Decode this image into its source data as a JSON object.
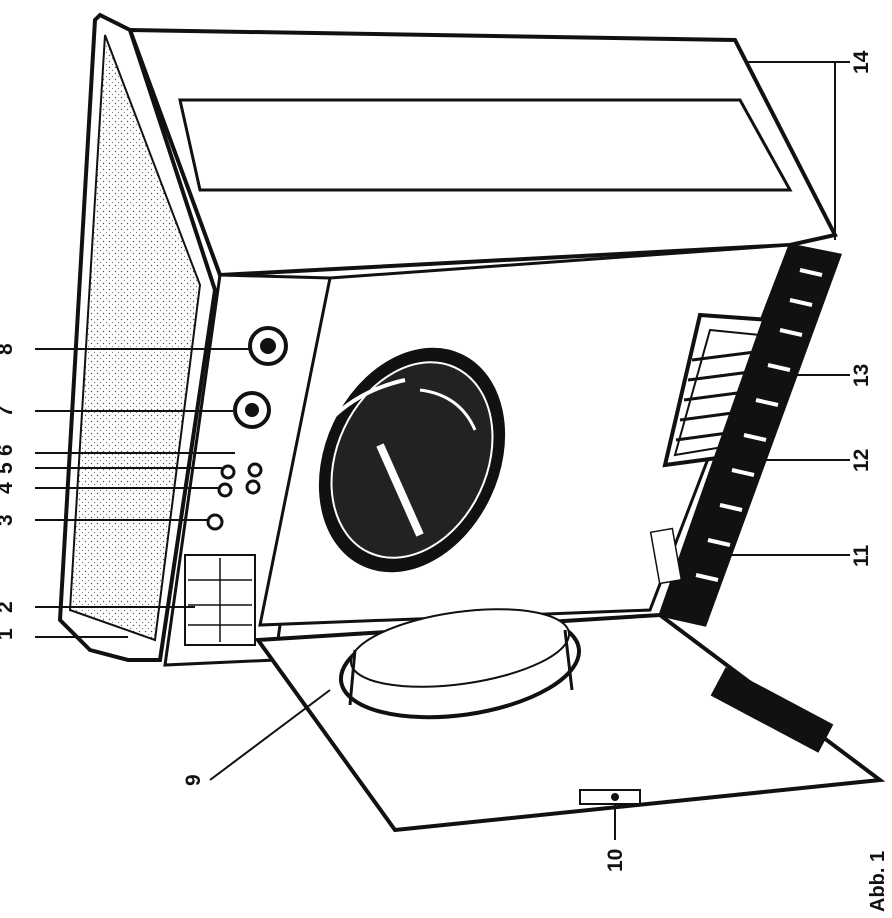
{
  "figure": {
    "caption": "Abb. 1",
    "callouts": [
      {
        "id": "1",
        "label": "1"
      },
      {
        "id": "2",
        "label": "2"
      },
      {
        "id": "3",
        "label": "3"
      },
      {
        "id": "4",
        "label": "4"
      },
      {
        "id": "5",
        "label": "5"
      },
      {
        "id": "6",
        "label": "6"
      },
      {
        "id": "7",
        "label": "7"
      },
      {
        "id": "8",
        "label": "8"
      },
      {
        "id": "9",
        "label": "9"
      },
      {
        "id": "10",
        "label": "10"
      },
      {
        "id": "11",
        "label": "11"
      },
      {
        "id": "12",
        "label": "12"
      },
      {
        "id": "13",
        "label": "13"
      },
      {
        "id": "14",
        "label": "14"
      }
    ]
  }
}
